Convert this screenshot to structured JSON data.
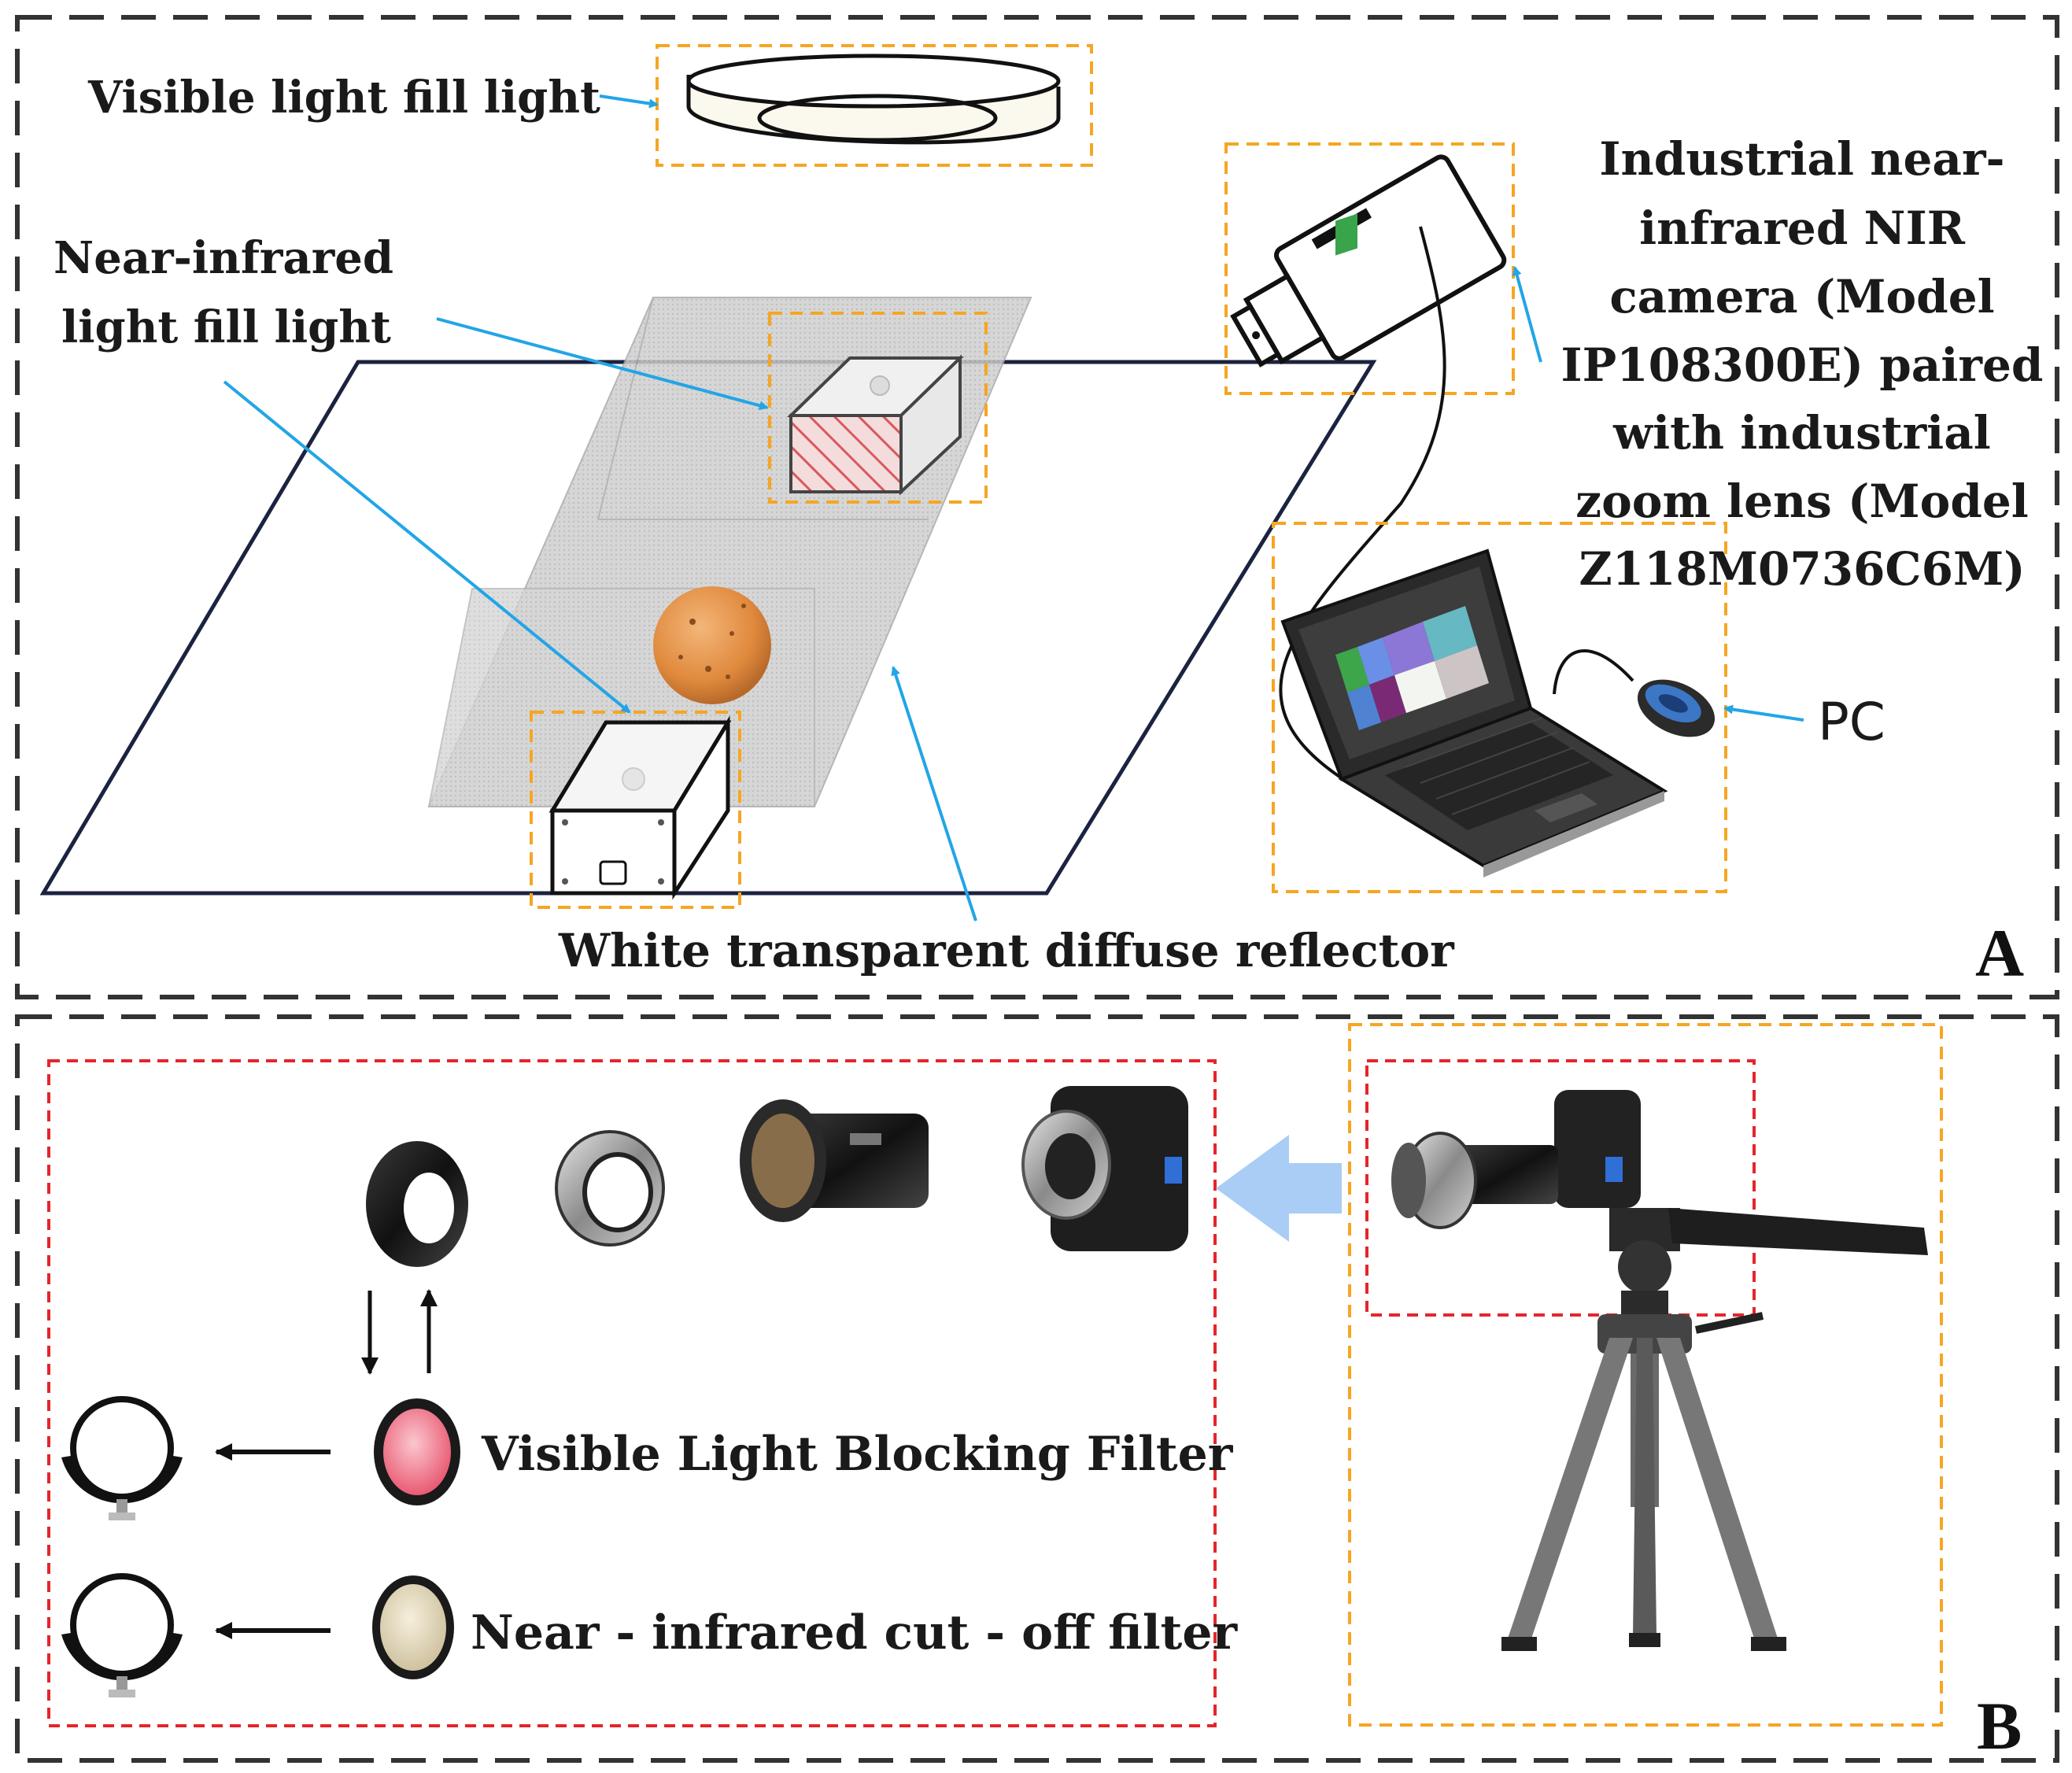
{
  "panel_a": {
    "letter": "A",
    "labels": {
      "visible_fill": "Visible light fill light",
      "nir_fill_line1": "Near-infrared",
      "nir_fill_line2": "light fill light",
      "camera_lines": [
        "Industrial near-",
        "infrared NIR",
        "camera (Model",
        "IP108300E) paired",
        "with industrial",
        "zoom lens (Model",
        "Z118M0736C6M)"
      ],
      "pc": "PC",
      "reflector": "White transparent diffuse reflector"
    }
  },
  "panel_b": {
    "letter": "B",
    "labels": {
      "vis_block_filter": "Visible Light Blocking Filter",
      "nir_cut_filter": "Near - infrared cut - off filter"
    }
  },
  "colors": {
    "orange_dash": "#f5a623",
    "red_dash": "#e3262b",
    "panel_dash": "#333333",
    "leader_blue": "#22a5e6",
    "fat_arrow_blue": "#a9cdf5",
    "platform_line": "#1c2340",
    "fruit": "#e2934a"
  },
  "icons": [
    "ring-light-icon",
    "nir-light-icon",
    "camera-icon",
    "laptop-icon",
    "mouse-icon",
    "lens-part-icon",
    "filter-icon",
    "tripod-icon"
  ]
}
